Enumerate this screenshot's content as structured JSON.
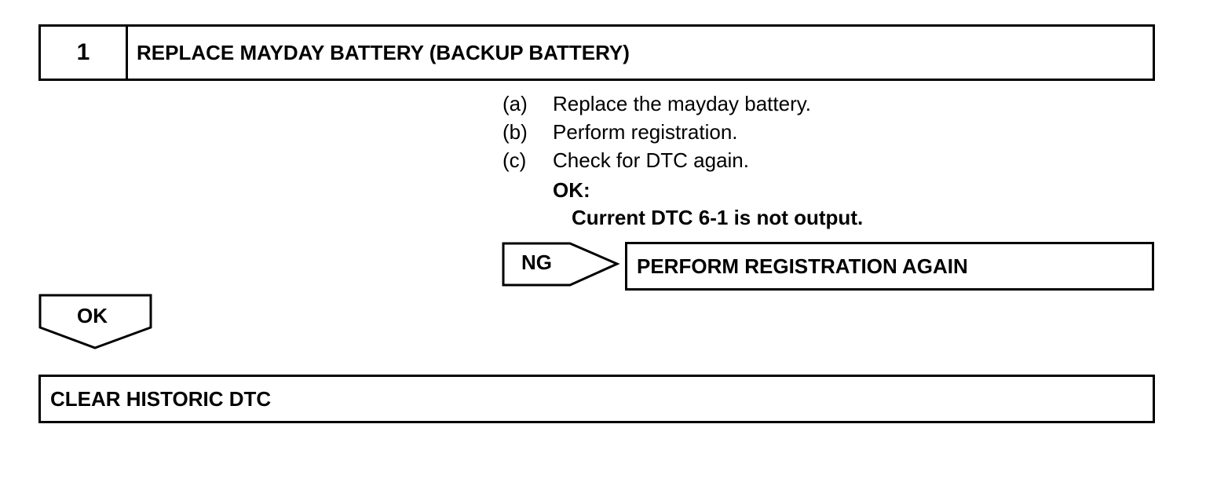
{
  "step": {
    "number": "1",
    "title": "REPLACE MAYDAY BATTERY (BACKUP BATTERY)"
  },
  "instructions": [
    {
      "letter": "(a)",
      "text": "Replace the mayday battery."
    },
    {
      "letter": "(b)",
      "text": "Perform registration."
    },
    {
      "letter": "(c)",
      "text": "Check for DTC again."
    }
  ],
  "ok_result": {
    "label": "OK:",
    "description": "Current DTC 6-1 is not output."
  },
  "ng_branch": {
    "label": "NG",
    "action": "PERFORM REGISTRATION AGAIN"
  },
  "ok_branch": {
    "label": "OK",
    "next_step": "CLEAR HISTORIC DTC"
  }
}
